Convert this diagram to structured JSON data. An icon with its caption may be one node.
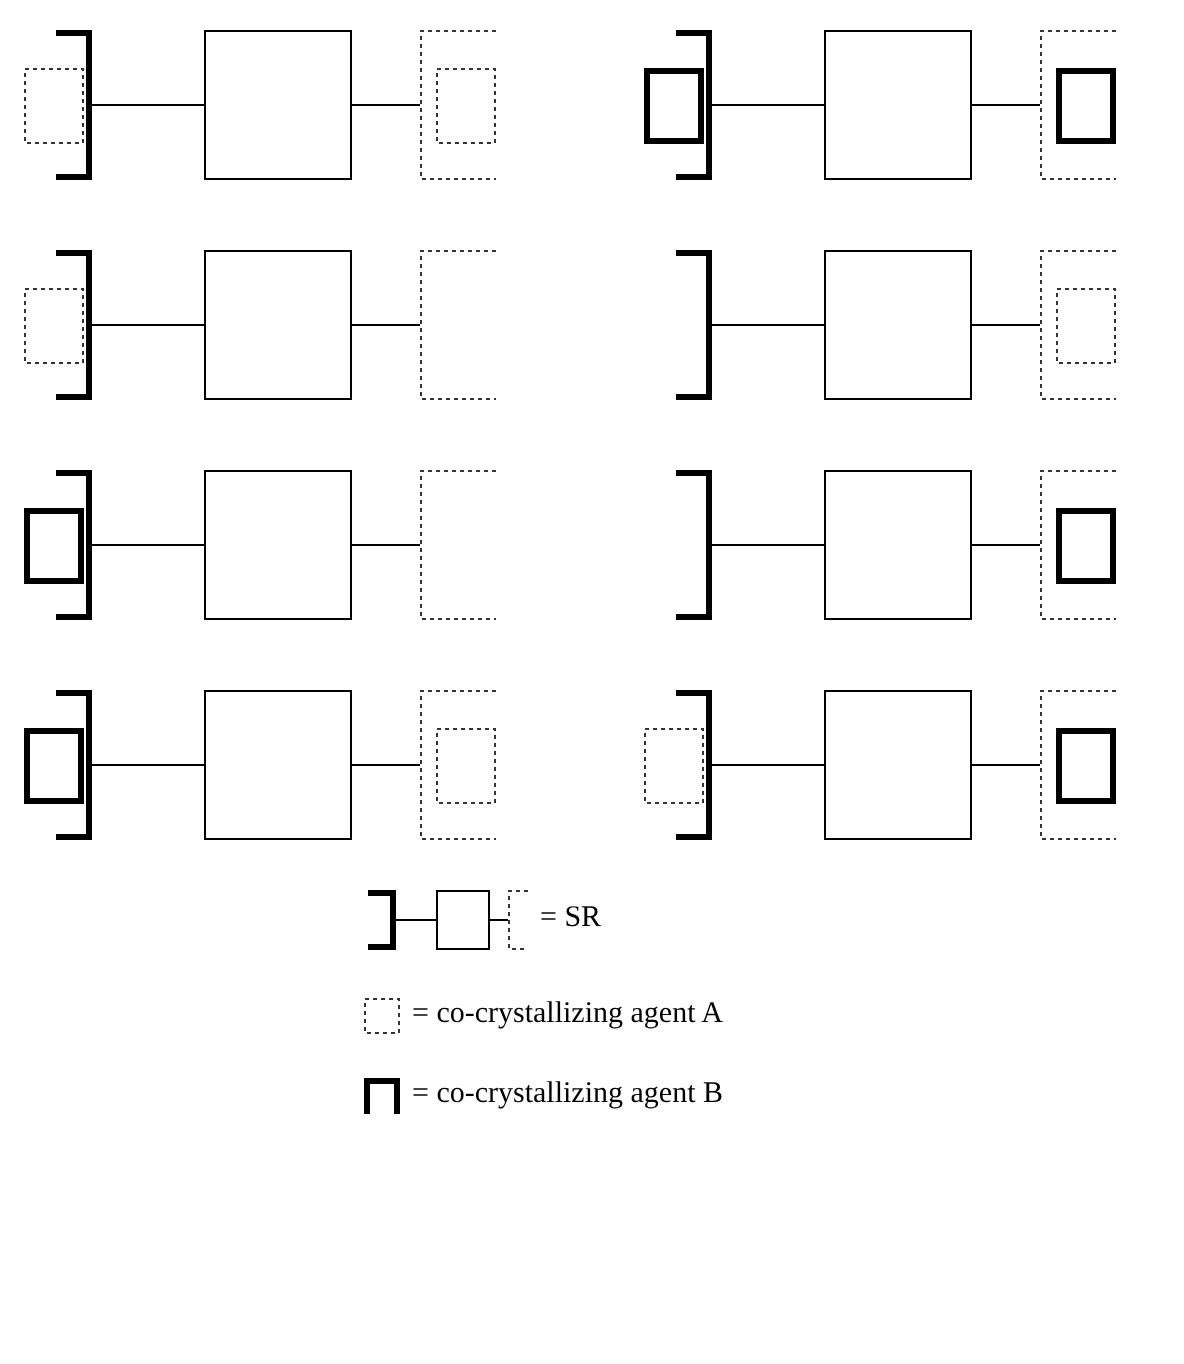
{
  "diagram": {
    "nodes": [
      {
        "text": [],
        "shape": "box"
      },
      {
        "text": [],
        "shape": "bracket"
      },
      {
        "text": [],
        "shape": "box"
      },
      {
        "text": [],
        "shape": "bracket"
      },
      {
        "text": [],
        "shape": "box",
        "in": 3
      },
      {
        "text": [],
        "shape": "box"
      },
      {
        "text": [],
        "shape": "bracket"
      },
      {
        "text": [],
        "shape": "box"
      },
      {
        "text": [],
        "shape": "bracket"
      },
      {
        "text": [],
        "shape": "box",
        "in": 8
      },
      {
        "text": [],
        "shape": "box"
      },
      {
        "text": [],
        "shape": "bracket"
      },
      {
        "text": [],
        "shape": "box"
      },
      {
        "text": [],
        "shape": "bracket"
      },
      {
        "text": [],
        "shape": "bracket"
      },
      {
        "text": [],
        "shape": "box"
      },
      {
        "text": [],
        "shape": "bracket"
      },
      {
        "text": [],
        "shape": "box",
        "in": 16
      },
      {
        "text": [],
        "shape": "box"
      },
      {
        "text": [],
        "shape": "bracket"
      },
      {
        "text": [],
        "shape": "box"
      },
      {
        "text": [],
        "shape": "bracket"
      },
      {
        "text": [],
        "shape": "bracket"
      },
      {
        "text": [],
        "shape": "box"
      },
      {
        "text": [],
        "shape": "bracket"
      },
      {
        "text": [],
        "shape": "box",
        "in": 24
      },
      {
        "text": [],
        "shape": "box"
      },
      {
        "text": [],
        "shape": "bracket"
      },
      {
        "text": [],
        "shape": "box"
      },
      {
        "text": [],
        "shape": "bracket"
      },
      {
        "text": [],
        "shape": "box",
        "in": 29
      },
      {
        "text": [],
        "shape": "box"
      },
      {
        "text": [],
        "shape": "bracket"
      },
      {
        "text": [],
        "shape": "box"
      },
      {
        "text": [],
        "shape": "bracket"
      },
      {
        "text": [],
        "shape": "box",
        "in": 34
      }
    ],
    "edges": [
      {
        "from": 1,
        "to": 2,
        "arrow": "none"
      },
      {
        "from": 2,
        "to": 3,
        "arrow": "none"
      },
      {
        "from": 6,
        "to": 7,
        "arrow": "none"
      },
      {
        "from": 7,
        "to": 8,
        "arrow": "none"
      },
      {
        "from": 11,
        "to": 12,
        "arrow": "none"
      },
      {
        "from": 12,
        "to": 13,
        "arrow": "none"
      },
      {
        "from": 14,
        "to": 15,
        "arrow": "none"
      },
      {
        "from": 15,
        "to": 16,
        "arrow": "none"
      },
      {
        "from": 19,
        "to": 20,
        "arrow": "none"
      },
      {
        "from": 20,
        "to": 21,
        "arrow": "none"
      },
      {
        "from": 22,
        "to": 23,
        "arrow": "none"
      },
      {
        "from": 23,
        "to": 24,
        "arrow": "none"
      },
      {
        "from": 27,
        "to": 28,
        "arrow": "none"
      },
      {
        "from": 28,
        "to": 29,
        "arrow": "none"
      },
      {
        "from": 32,
        "to": 33,
        "arrow": "none"
      },
      {
        "from": 33,
        "to": 34,
        "arrow": "none"
      }
    ],
    "legend": [
      {
        "text": "= SR"
      },
      {
        "text": "= co-crystallizing agent A"
      },
      {
        "text": "= co-crystallizing agent B"
      }
    ]
  }
}
